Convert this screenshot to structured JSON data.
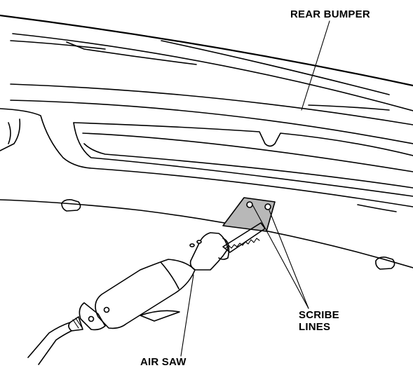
{
  "labels": {
    "rear_bumper": "REAR BUMPER",
    "scribe_lines_line1": "SCRIBE",
    "scribe_lines_line2": "LINES",
    "air_saw": "AIR SAW"
  },
  "colors": {
    "line": "#000000",
    "background": "#ffffff",
    "template_fill": "#b8b8b8"
  }
}
